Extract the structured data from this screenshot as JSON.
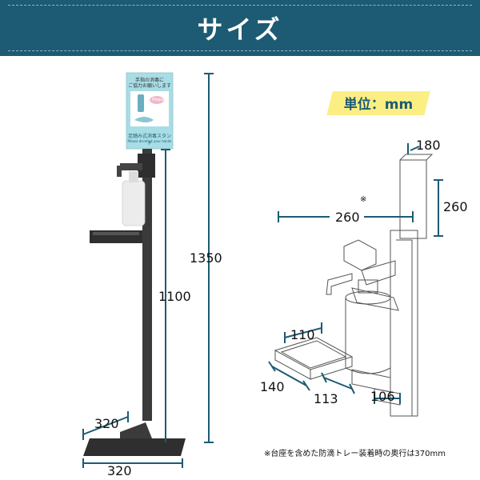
{
  "header": {
    "title": "サイズ"
  },
  "unit": {
    "label": "単位：mm"
  },
  "front_view": {
    "height_total": "1350",
    "height_tray": "1100",
    "base_width_top": "320",
    "base_width_bottom": "320"
  },
  "sign": {
    "line1": "手指の消毒に",
    "line2": "ご協力お願いします",
    "badge": "Please",
    "caption": "足踏み式消毒スタンド",
    "english": "Please disinfect your hands"
  },
  "detail_view": {
    "panel_width": "180",
    "panel_height": "260",
    "asterisk": "※",
    "depth": "260",
    "tray_width": "110",
    "tray_depth": "140",
    "tray_side": "113",
    "holder_width": "106"
  },
  "footnote": {
    "text": "※台座を含めた防滴トレー装着時の奥行は370mm"
  },
  "colors": {
    "header": "#1c5b73",
    "badge": "#fbef84",
    "stand": "#3a3a3a",
    "sign": "#a8dde5"
  }
}
